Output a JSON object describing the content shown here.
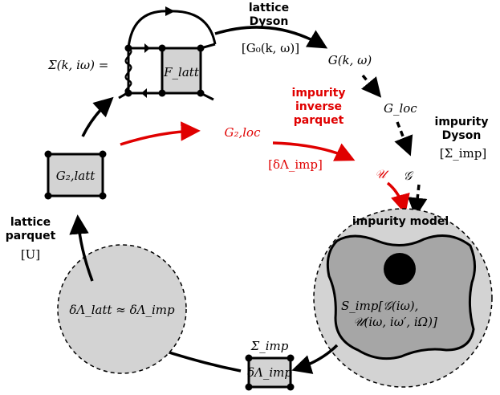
{
  "diagram": {
    "self_energy": "Σ(k, iω) =",
    "f_latt": "F_latt",
    "lattice_dyson_line1": "lattice",
    "lattice_dyson_line2": "Dyson",
    "g0": "[G₀(k, ω)]",
    "g_k": "G(k, ω)",
    "g_loc": "G_loc",
    "impurity_dyson_line1": "impurity",
    "impurity_dyson_line2": "Dyson",
    "sigma_imp_bracket": "[Σ_imp]",
    "curly_g": "𝒢",
    "g2_loc": "G₂,loc",
    "impurity_inverse_line1": "impurity",
    "impurity_inverse_line2": "inverse",
    "impurity_inverse_line3": "parquet",
    "delta_lambda_imp_bracket": "[δΛ_imp]",
    "curly_u": "𝒰",
    "g2_latt": "G₂,latt",
    "impurity_model": "impurity  model",
    "s_imp_line1": "S_imp[𝒢(iω),",
    "s_imp_line2": "𝒰(iω, iω′, iΩ)]",
    "lattice_parquet_line1": "lattice",
    "lattice_parquet_line2": "parquet",
    "u_bracket": "[U]",
    "approx": "δΛ_latt ≈ δΛ_imp",
    "sigma_imp": "Σ_imp",
    "delta_lambda_imp_box": "δΛ_imp"
  },
  "colors": {
    "red": "#e00000",
    "gray_fill": "#d3d3d3",
    "dark_gray_fill": "#999999",
    "black": "#000000"
  }
}
